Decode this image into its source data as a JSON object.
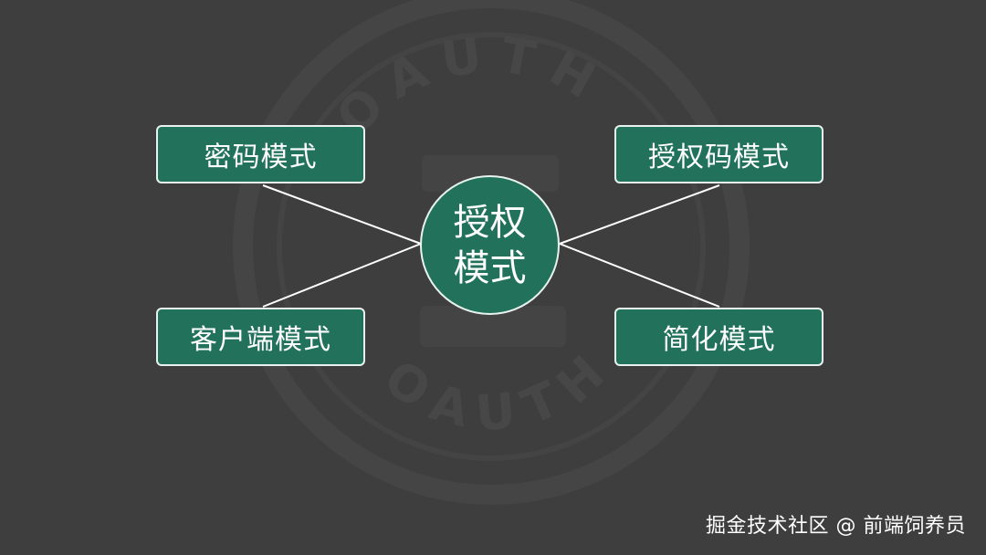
{
  "center": {
    "line1": "授权",
    "line2": "模式"
  },
  "modes": {
    "password": "密码模式",
    "auth_code": "授权码模式",
    "client": "客户端模式",
    "implicit": "简化模式"
  },
  "watermark": {
    "top_text": "OAUTH",
    "bottom_text": "OAUTH"
  },
  "credit": "掘金技术社区 @ 前端饲养员",
  "colors": {
    "background": "#3e3e3e",
    "node_fill": "#22715a",
    "node_border": "#e8f2ee",
    "line": "#ffffff",
    "text": "#ffffff"
  }
}
